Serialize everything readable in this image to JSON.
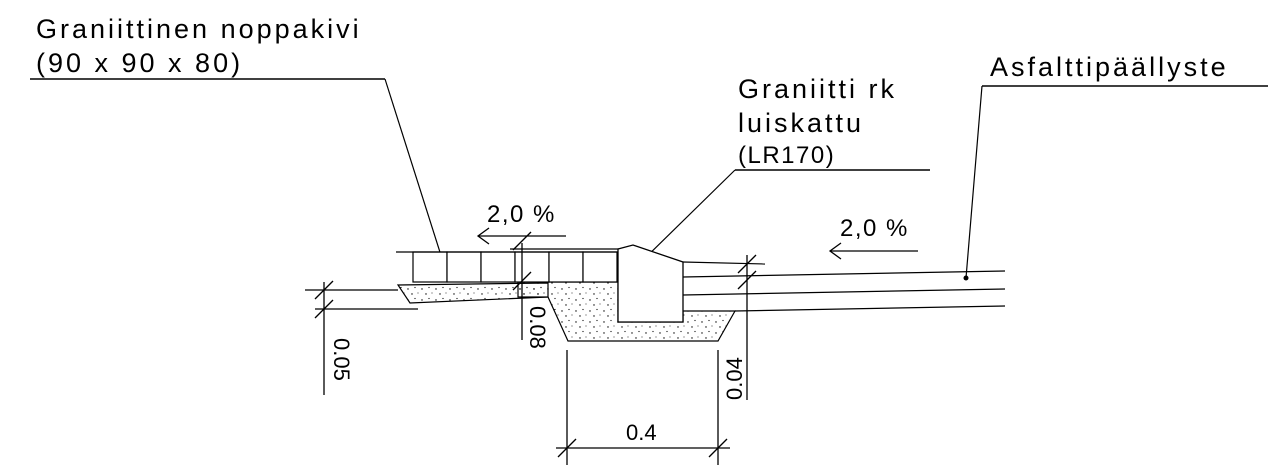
{
  "labels": {
    "paver_name": "Graniittinen noppakivi",
    "paver_size": "(90 x 90 x 80)",
    "asphalt": "Asfalttipäällyste",
    "curb_line1": "Graniitti rk",
    "curb_line2": "luiskattu",
    "curb_code": "(LR170)"
  },
  "slopes": {
    "left": "2,0 %",
    "right": "2,0 %"
  },
  "dimensions": {
    "d005": "0.05",
    "d008": "0.08",
    "d004": "0.04",
    "d04": "0.4"
  }
}
